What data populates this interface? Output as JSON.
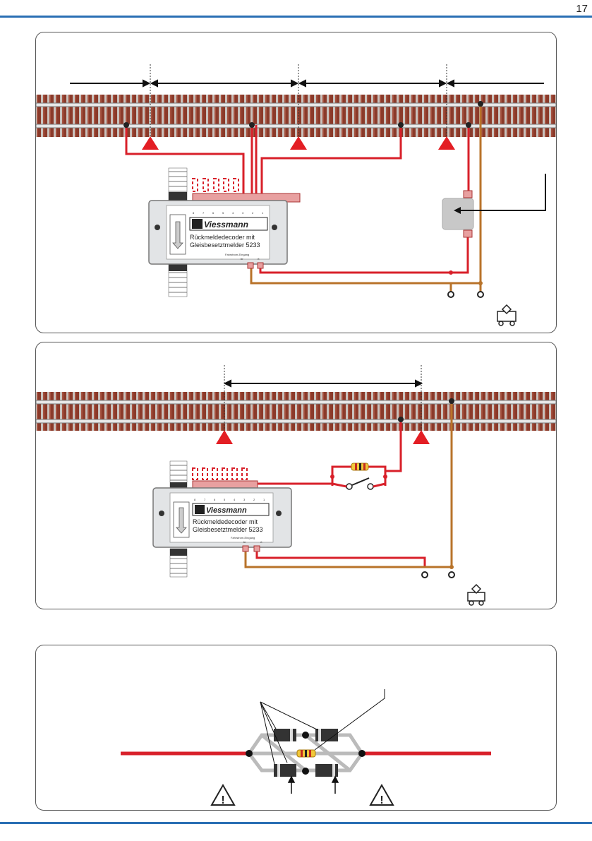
{
  "page": {
    "number": "17"
  },
  "decoder": {
    "brand": "Viessmann",
    "name_line1": "Rückmeldedecoder mit",
    "name_line2_1": "Gleisbesetztmelder 5233",
    "name_line2_2": "Gleisbesetztmelder 5233",
    "inputs_label": "Fahrstrom-Eingang",
    "input_br": "br",
    "input_rt": "rt",
    "channels": [
      "8",
      "7",
      "6",
      "5",
      "4",
      "3",
      "2",
      "1"
    ]
  },
  "colors": {
    "accent_blue": "#2a6fb4",
    "wire_red": "#d8202a",
    "wire_brown": "#b8732a",
    "warning_red": "#e31e24",
    "rail_brown": "#8b3a2a"
  }
}
